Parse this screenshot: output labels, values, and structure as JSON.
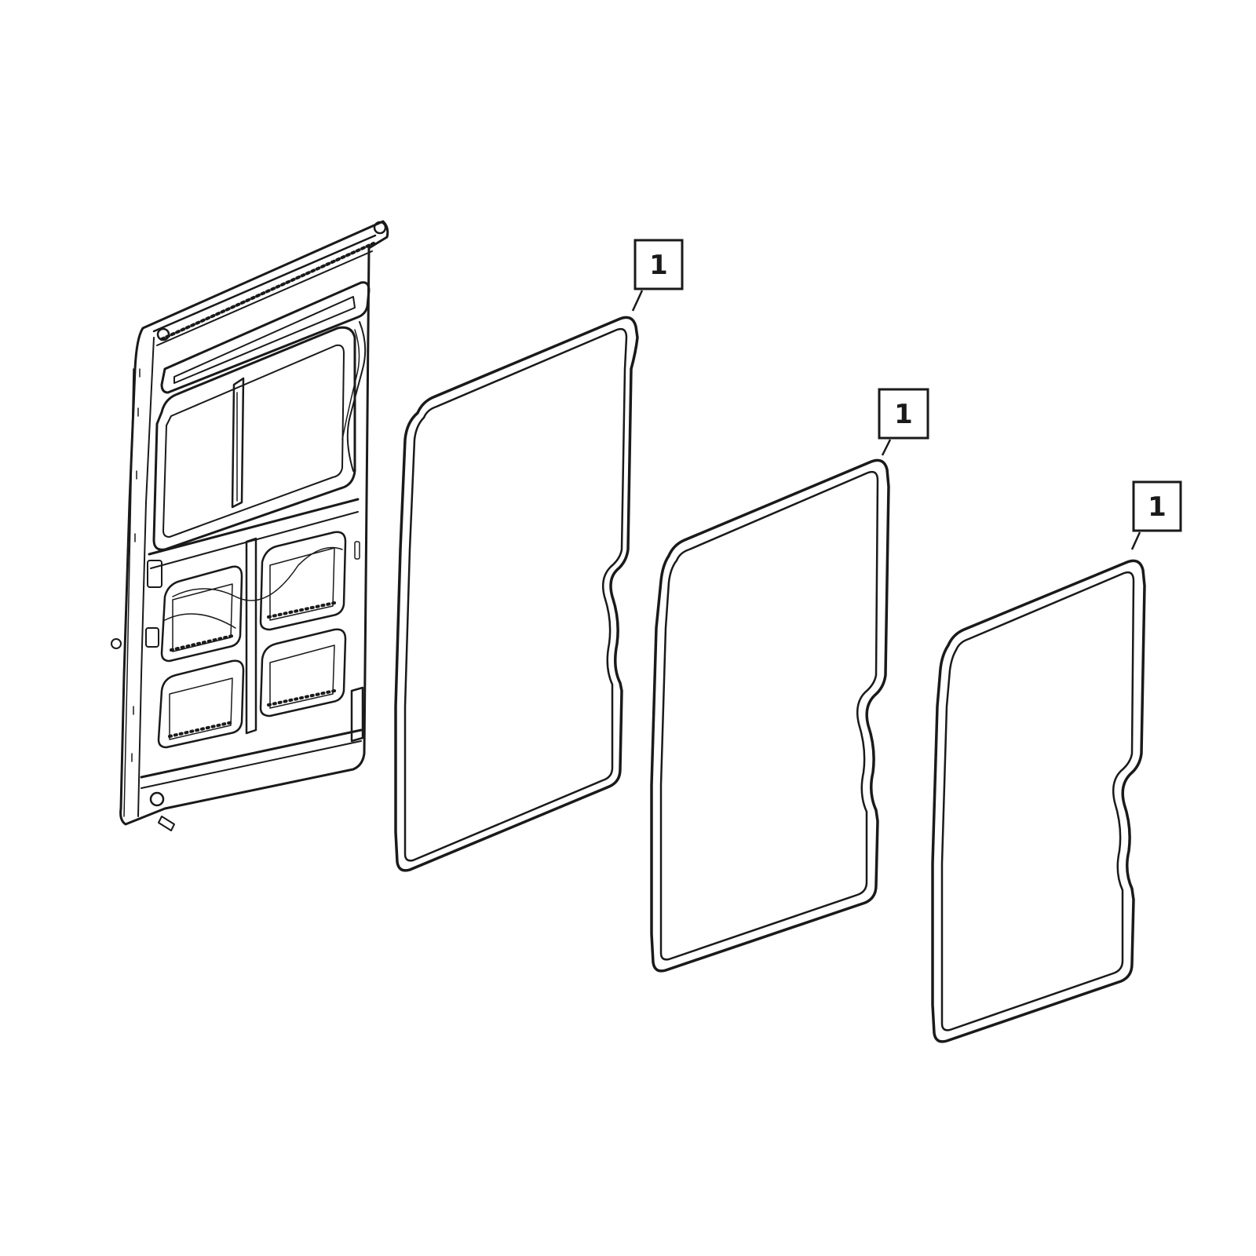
{
  "callouts": {
    "seal_1": "1",
    "seal_2": "1",
    "seal_3": "1"
  },
  "colors": {
    "ink": "#1a1a1a",
    "background": "#ffffff"
  }
}
